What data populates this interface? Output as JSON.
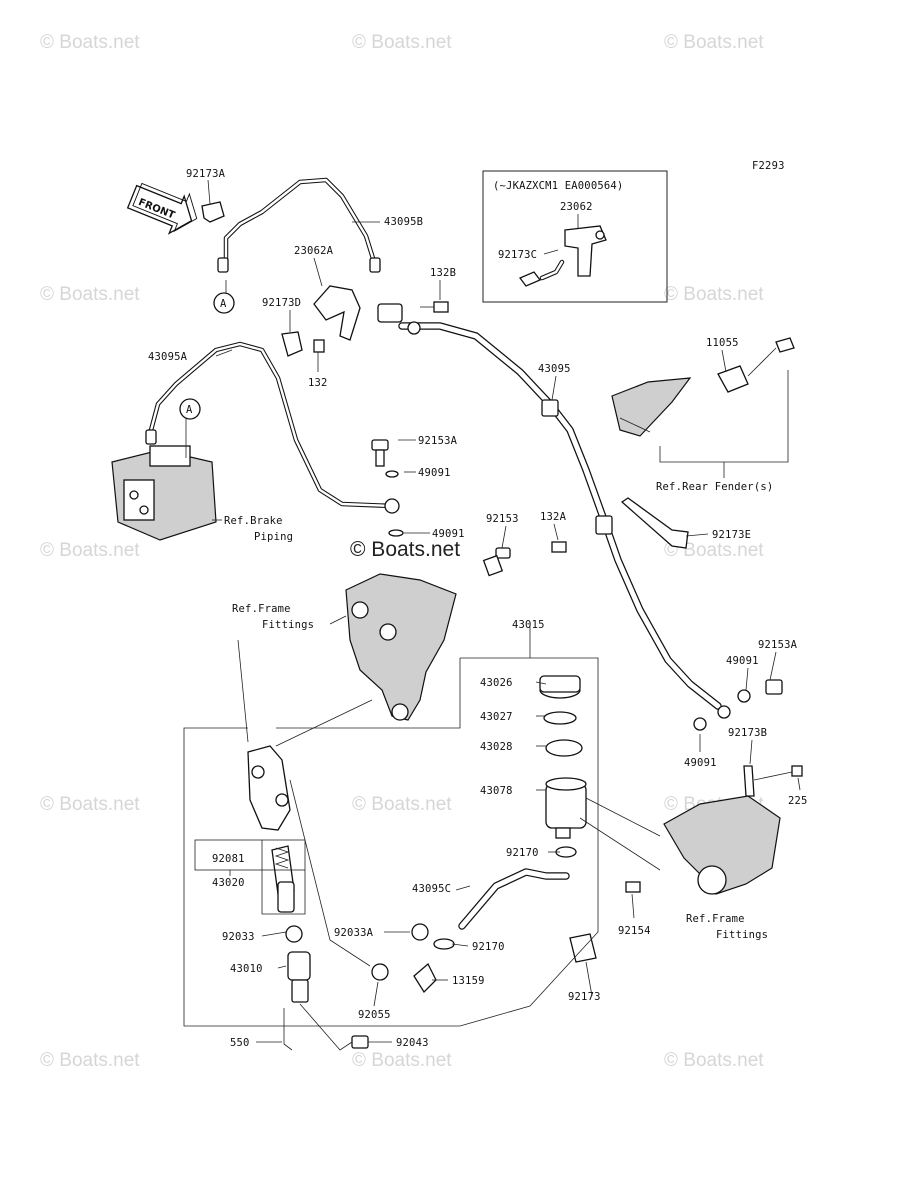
{
  "figure_code": "F2293",
  "front_arrow": "FRONT",
  "watermarks": {
    "text": "© Boats.net",
    "center_text": "© Boats.net"
  },
  "variant_box": {
    "header": "(~JKAZXCM1 EA000564)",
    "labels": [
      "23062",
      "92173C"
    ]
  },
  "circle_marker": "A",
  "labels": [
    "92173A",
    "43095B",
    "23062A",
    "132B",
    "92173D",
    "43095A",
    "132",
    "11055",
    "43095",
    "92153A",
    "49091",
    "49091",
    "92153",
    "132A",
    "92173E",
    "43015",
    "43026",
    "43027",
    "43028",
    "43078",
    "92153A",
    "49091",
    "49091",
    "92173B",
    "225",
    "92081",
    "43020",
    "92170",
    "43095C",
    "92033",
    "92033A",
    "92170",
    "92154",
    "43010",
    "13159",
    "92055",
    "92173",
    "550",
    "92043"
  ],
  "ref_texts": {
    "rear_fender": "Ref.Rear Fender(s)",
    "brake_piping_1": "Ref.Brake",
    "brake_piping_2": "Piping",
    "frame_fittings_left_1": "Ref.Frame",
    "frame_fittings_left_2": "Fittings",
    "frame_fittings_right_1": "Ref.Frame",
    "frame_fittings_right_2": "Fittings"
  }
}
